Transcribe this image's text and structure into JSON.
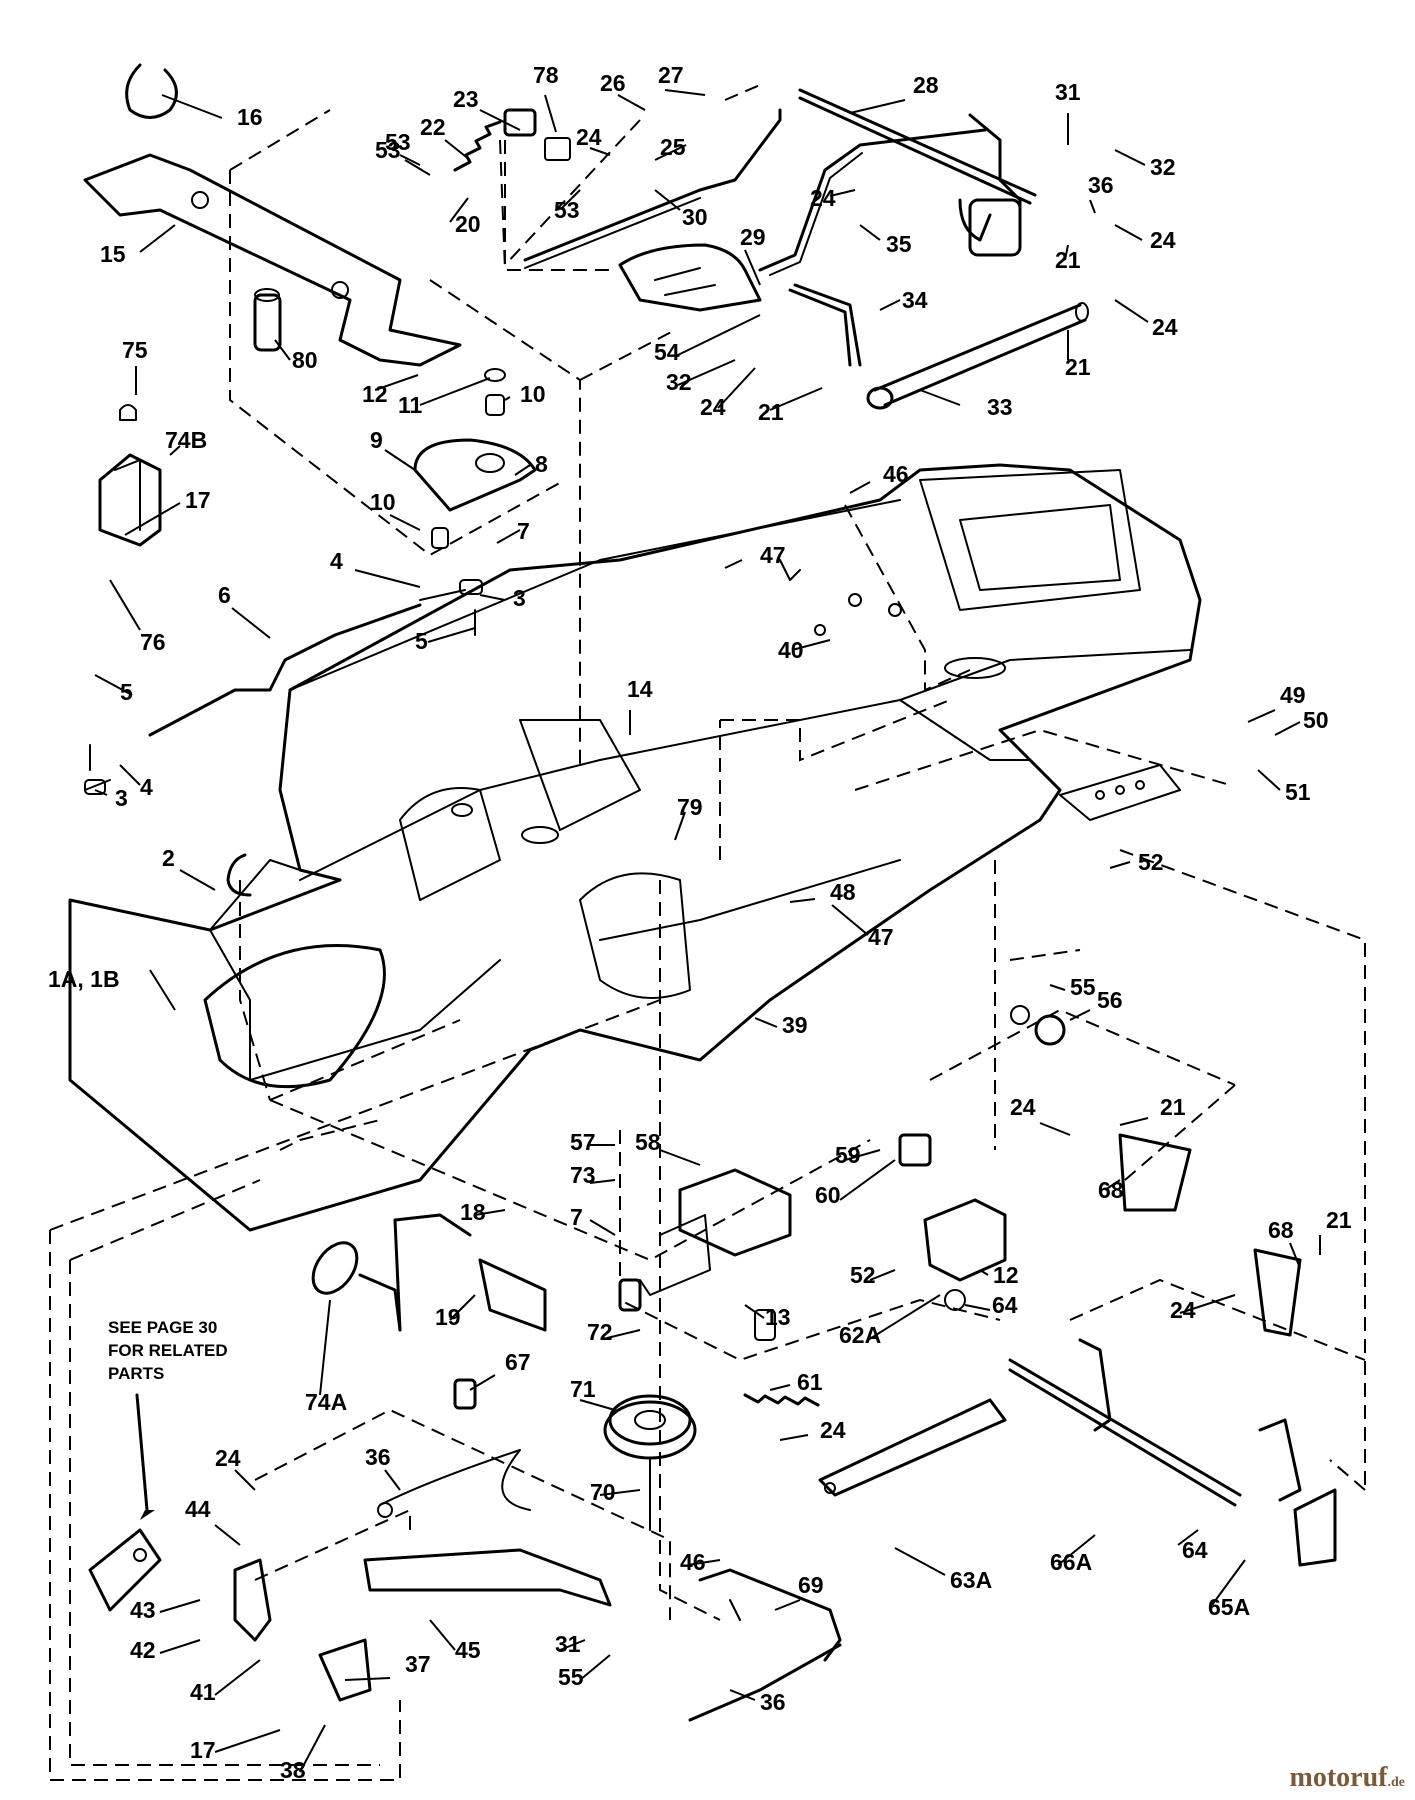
{
  "note": {
    "line1": "SEE PAGE 30",
    "line2": "FOR RELATED",
    "line3": "PARTS"
  },
  "watermark": {
    "brand": "motoruf",
    "suffix": ".de"
  },
  "callouts": [
    "16",
    "15",
    "80",
    "12",
    "75",
    "74B",
    "17",
    "76",
    "6",
    "5",
    "3",
    "4",
    "2",
    "1A, 1B",
    "23",
    "22",
    "53",
    "20",
    "78",
    "26",
    "24",
    "25",
    "53",
    "27",
    "30",
    "28",
    "53",
    "24",
    "35",
    "31",
    "32",
    "36",
    "21",
    "24",
    "29",
    "34",
    "24",
    "54",
    "32",
    "24",
    "21",
    "33",
    "21",
    "11",
    "10",
    "9",
    "8",
    "10",
    "7",
    "4",
    "3",
    "5",
    "14",
    "46",
    "47",
    "40",
    "49",
    "50",
    "51",
    "52",
    "79",
    "47",
    "48",
    "39",
    "55",
    "56",
    "57",
    "58",
    "73",
    "7",
    "13",
    "59",
    "60",
    "21",
    "24",
    "68",
    "68",
    "21",
    "52",
    "12",
    "62A",
    "64",
    "24",
    "18",
    "19",
    "74A",
    "67",
    "72",
    "61",
    "71",
    "70",
    "63A",
    "24",
    "66A",
    "64",
    "65A",
    "46",
    "69",
    "36",
    "36",
    "24",
    "44",
    "43",
    "42",
    "41",
    "17",
    "38",
    "37",
    "45",
    "31",
    "55"
  ]
}
